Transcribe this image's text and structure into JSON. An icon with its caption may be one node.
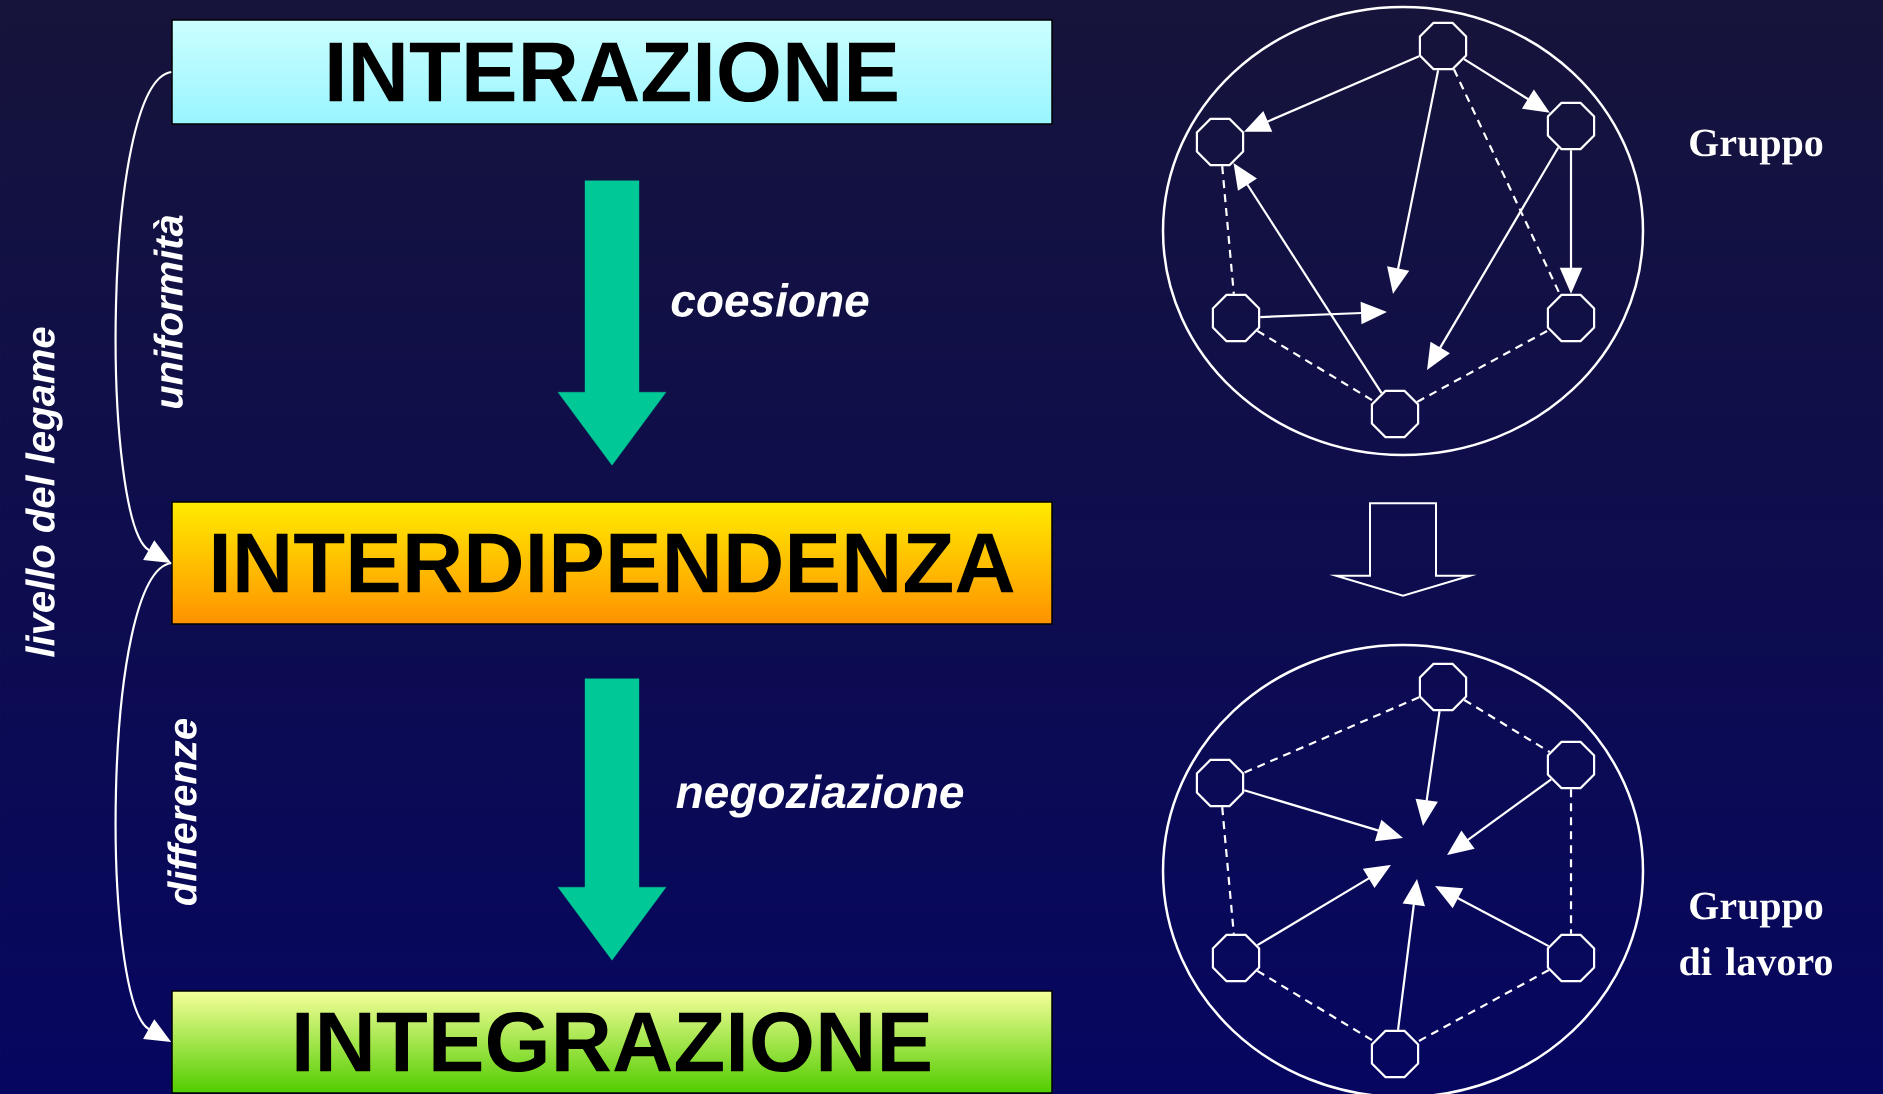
{
  "diagram": {
    "nodes": [
      {
        "text": [
          "INTERAZIONE"
        ]
      },
      {
        "text": [
          "INTERDIPENDENZA"
        ]
      },
      {
        "text": [
          "INTEGRAZIONE"
        ]
      },
      {
        "text": [
          "Gruppo"
        ]
      },
      {
        "text": [],
        "shape": "octagon",
        "in": 3
      },
      {
        "text": [],
        "shape": "octagon",
        "in": 3
      },
      {
        "text": [],
        "shape": "octagon",
        "in": 3
      },
      {
        "text": [],
        "shape": "octagon",
        "in": 3
      },
      {
        "text": [],
        "shape": "octagon",
        "in": 3
      },
      {
        "text": [],
        "shape": "octagon",
        "in": 3
      },
      {
        "text": [
          "Gruppo di lavoro"
        ]
      },
      {
        "text": [],
        "shape": "octagon",
        "in": 10
      },
      {
        "text": [],
        "shape": "octagon",
        "in": 10
      },
      {
        "text": [],
        "shape": "octagon",
        "in": 10
      },
      {
        "text": [],
        "shape": "octagon",
        "in": 10
      },
      {
        "text": [],
        "shape": "octagon",
        "in": 10
      },
      {
        "text": [],
        "shape": "octagon",
        "in": 10
      }
    ],
    "edges": [
      {
        "from": 0,
        "to": 1,
        "arrow": "to",
        "label": "coesione",
        "style": "thick",
        "color": "#00c896"
      },
      {
        "from": 1,
        "to": 2,
        "arrow": "to",
        "label": "negoziazione",
        "style": "thick",
        "color": "#00c896"
      },
      {
        "from": 0,
        "to": 1,
        "arrow": "to",
        "label": "uniformità"
      },
      {
        "from": 1,
        "to": 2,
        "arrow": "to",
        "label": "differenze"
      },
      {
        "from": 3,
        "to": 10,
        "arrow": "to",
        "style": "thick"
      },
      {
        "from": 4,
        "to": 5,
        "arrow": "to"
      },
      {
        "from": 4,
        "to": 6,
        "arrow": "to"
      },
      {
        "from": 4,
        "to": null,
        "arrow": "to"
      },
      {
        "from": 7,
        "to": null,
        "arrow": "to"
      },
      {
        "from": 6,
        "to": null,
        "arrow": "to"
      },
      {
        "from": 6,
        "to": 8,
        "arrow": "to"
      },
      {
        "from": 9,
        "to": 5,
        "arrow": "to"
      },
      {
        "from": 5,
        "to": 7,
        "arrow": "none",
        "style": "dashed"
      },
      {
        "from": 4,
        "to": 8,
        "arrow": "none",
        "style": "dashed"
      },
      {
        "from": 7,
        "to": 9,
        "arrow": "none",
        "style": "dashed"
      },
      {
        "from": 9,
        "to": 8,
        "arrow": "none",
        "style": "dashed"
      },
      {
        "from": 11,
        "to": null,
        "arrow": "to"
      },
      {
        "from": 12,
        "to": null,
        "arrow": "to"
      },
      {
        "from": 13,
        "to": null,
        "arrow": "to"
      },
      {
        "from": 14,
        "to": null,
        "arrow": "to"
      },
      {
        "from": 15,
        "to": null,
        "arrow": "to"
      },
      {
        "from": 16,
        "to": null,
        "arrow": "to"
      },
      {
        "from": 11,
        "to": 12,
        "arrow": "none",
        "style": "dashed"
      },
      {
        "from": 11,
        "to": 13,
        "arrow": "none",
        "style": "dashed"
      },
      {
        "from": 12,
        "to": 14,
        "arrow": "none",
        "style": "dashed"
      },
      {
        "from": 13,
        "to": 15,
        "arrow": "none",
        "style": "dashed"
      },
      {
        "from": 14,
        "to": 16,
        "arrow": "none",
        "style": "dashed"
      },
      {
        "from": 15,
        "to": 16,
        "arrow": "none",
        "style": "dashed"
      }
    ],
    "labels": [
      "livello del legame"
    ]
  }
}
